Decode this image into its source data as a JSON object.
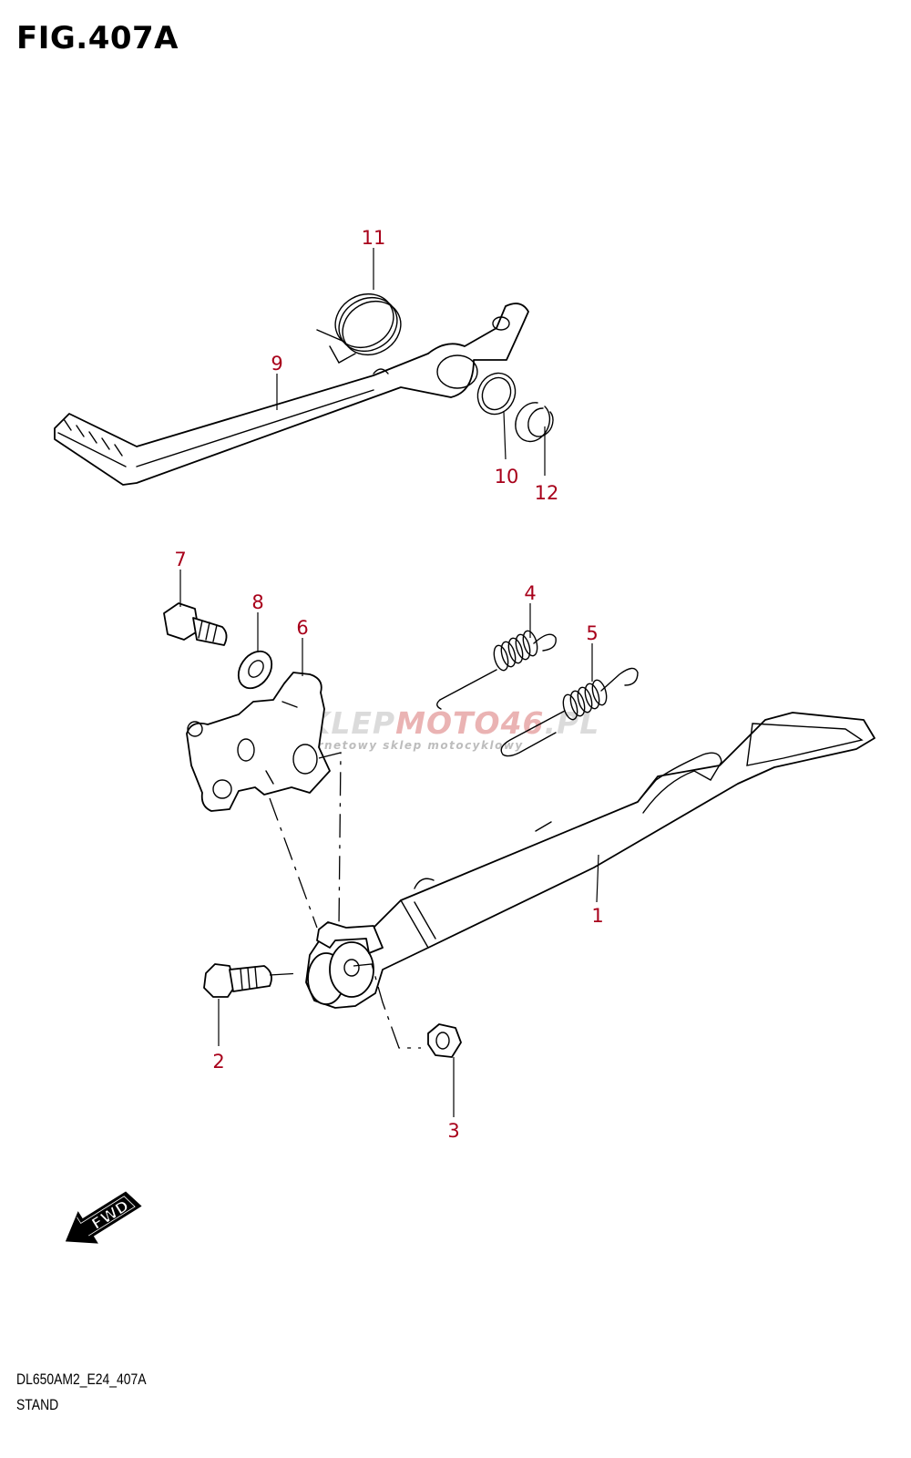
{
  "figure": {
    "title": "FIG.407A",
    "model_code": "DL650AM2_E24_407A",
    "section_name": "STAND"
  },
  "callouts": [
    {
      "id": "1",
      "label": "1"
    },
    {
      "id": "2",
      "label": "2"
    },
    {
      "id": "3",
      "label": "3"
    },
    {
      "id": "4",
      "label": "4"
    },
    {
      "id": "5",
      "label": "5"
    },
    {
      "id": "6",
      "label": "6"
    },
    {
      "id": "7",
      "label": "7"
    },
    {
      "id": "8",
      "label": "8"
    },
    {
      "id": "9",
      "label": "9"
    },
    {
      "id": "10",
      "label": "10"
    },
    {
      "id": "11",
      "label": "11"
    },
    {
      "id": "12",
      "label": "12"
    }
  ],
  "watermark": {
    "brand_gray": "SKLEP",
    "brand_red": "MOTO46",
    "brand_suffix": ".PL",
    "tagline": "internetowy sklep motocyklowy"
  },
  "direction_arrow": {
    "label": "FWD",
    "icon": "fwd-arrow-icon"
  },
  "colors": {
    "callout": "#a8001a",
    "line": "#000000",
    "background": "#ffffff"
  }
}
